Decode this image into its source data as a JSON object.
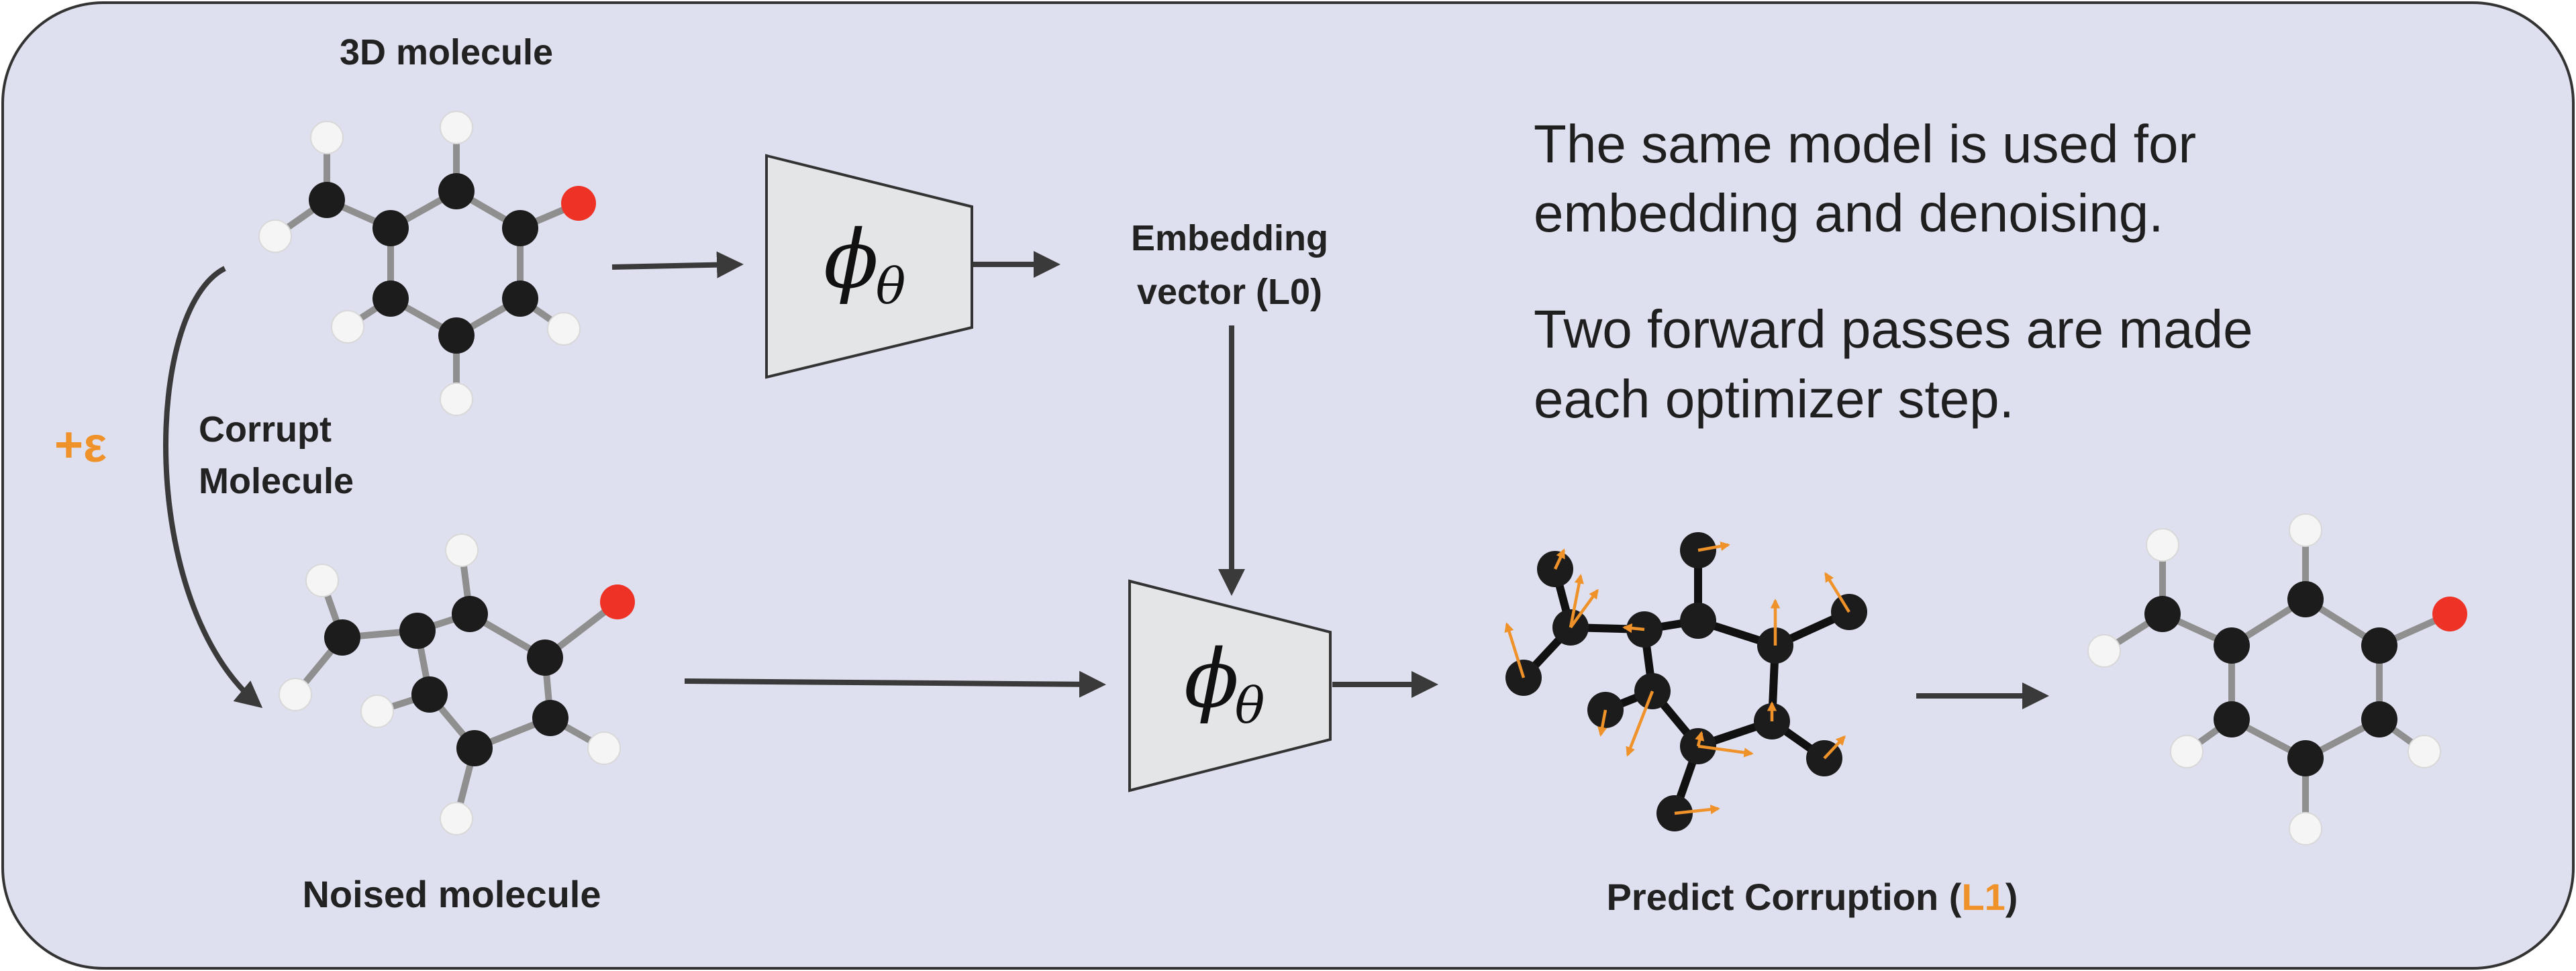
{
  "labels": {
    "molecule_3d": "3D molecule",
    "corrupt_line1": "Corrupt",
    "corrupt_line2": "Molecule",
    "epsilon": "+ε",
    "noised_molecule": "Noised molecule",
    "embedding_line1": "Embedding",
    "embedding_line2": "vector (L0)",
    "predict_prefix": "Predict Corruption (",
    "predict_loss": "L1",
    "predict_suffix": ")"
  },
  "model": {
    "symbol": "ϕ",
    "subscript": "θ"
  },
  "notes": {
    "same_model_line1": "The same model is used for",
    "same_model_line2": "embedding and denoising.",
    "passes_line1": "Two forward passes are made",
    "passes_line2": "each optimizer step."
  },
  "colors": {
    "panel_fill": "#dfe0ef",
    "panel_stroke": "#333333",
    "carbon": "#1c1c1c",
    "hydrogen": "#f5f5f5",
    "oxygen": "#ee3326",
    "bond": "#9a9a9a",
    "accent_orange": "#f0922a",
    "model_fill": "#e3e5e7",
    "arrow": "#3a3a3a"
  }
}
